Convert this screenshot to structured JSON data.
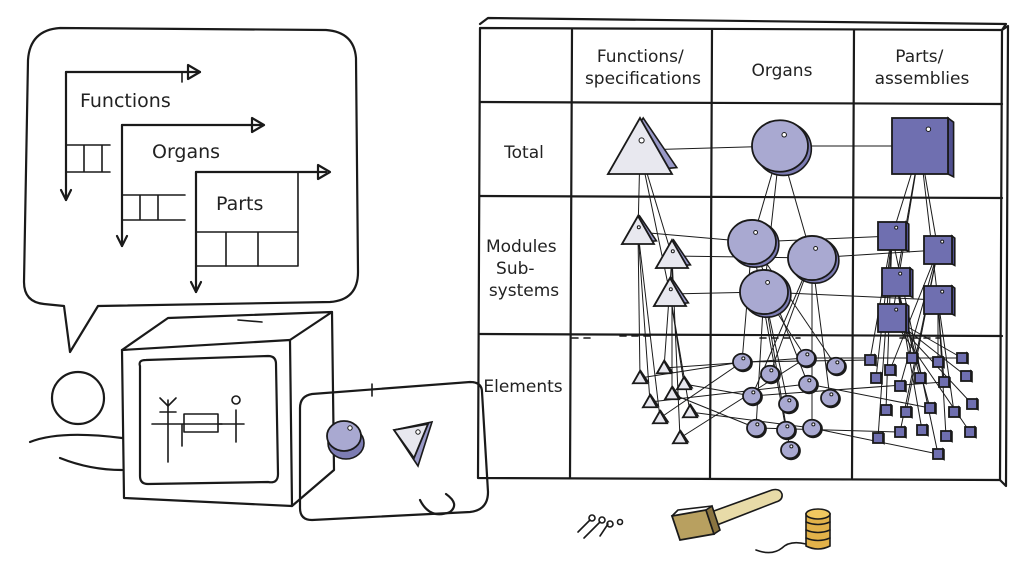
{
  "bubble": {
    "functions_label": "Functions",
    "organs_label": "Organs",
    "parts_label": "Parts"
  },
  "grid": {
    "columns": [
      "Functions/\nspecifications",
      "Organs",
      "Parts/\nassemblies"
    ],
    "rows": [
      "Total",
      "Modules\nSub-\nsystems",
      "Elements"
    ]
  },
  "icons": {
    "computer": "computer-icon",
    "circle_model": "circle-organ-icon",
    "triangle_model": "triangle-function-icon",
    "square_model": "square-part-icon",
    "screws": "screws-icon",
    "hammer": "hammer-icon",
    "coil": "wire-coil-icon"
  },
  "colors": {
    "ink": "#1a1a1a",
    "circle_fill": "#a9a9d1",
    "square_fill": "#6f6fb0",
    "triangle_fill": "#e8e8ef"
  }
}
